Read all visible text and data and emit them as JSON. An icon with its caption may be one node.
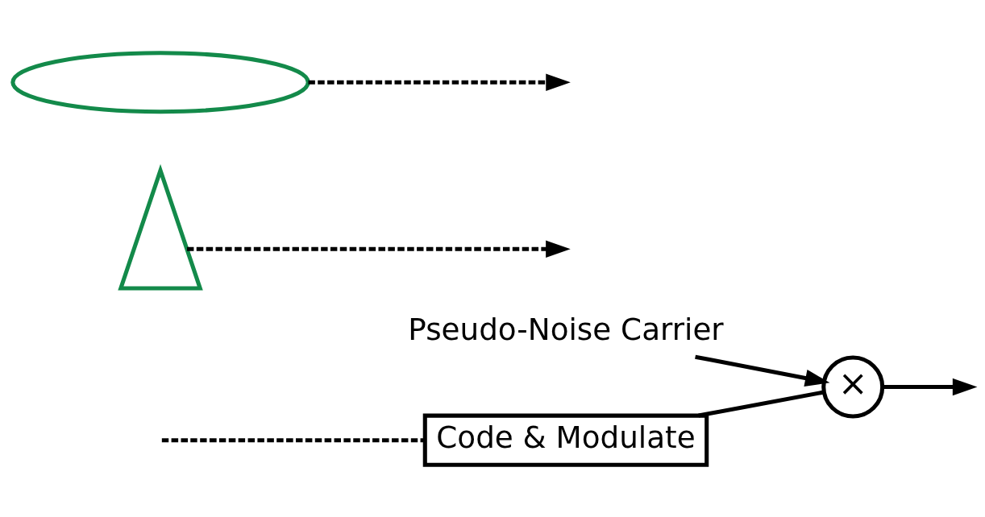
{
  "diagram": {
    "nodes": [
      {
        "text": [
          "Code & Modulate"
        ]
      },
      {
        "text": [
          "×"
        ]
      },
      {
        "text": [
          "Pseudo-Noise Carrier"
        ]
      },
      {
        "text": [],
        "shape": "peak"
      },
      {
        "text": [],
        "shape": "hump"
      }
    ],
    "edges": [
      {
        "from": null,
        "to": 0,
        "arrow": "none",
        "style": "dashed"
      },
      {
        "from": 0,
        "to": 1,
        "arrow": "none"
      },
      {
        "from": 1,
        "to": null,
        "arrow": "to"
      },
      {
        "from": 2,
        "to": 1,
        "arrow": "to"
      },
      {
        "from": 3,
        "to": null,
        "arrow": "to",
        "style": "dashed"
      },
      {
        "from": 4,
        "to": null,
        "arrow": "to",
        "style": "dashed"
      }
    ]
  }
}
